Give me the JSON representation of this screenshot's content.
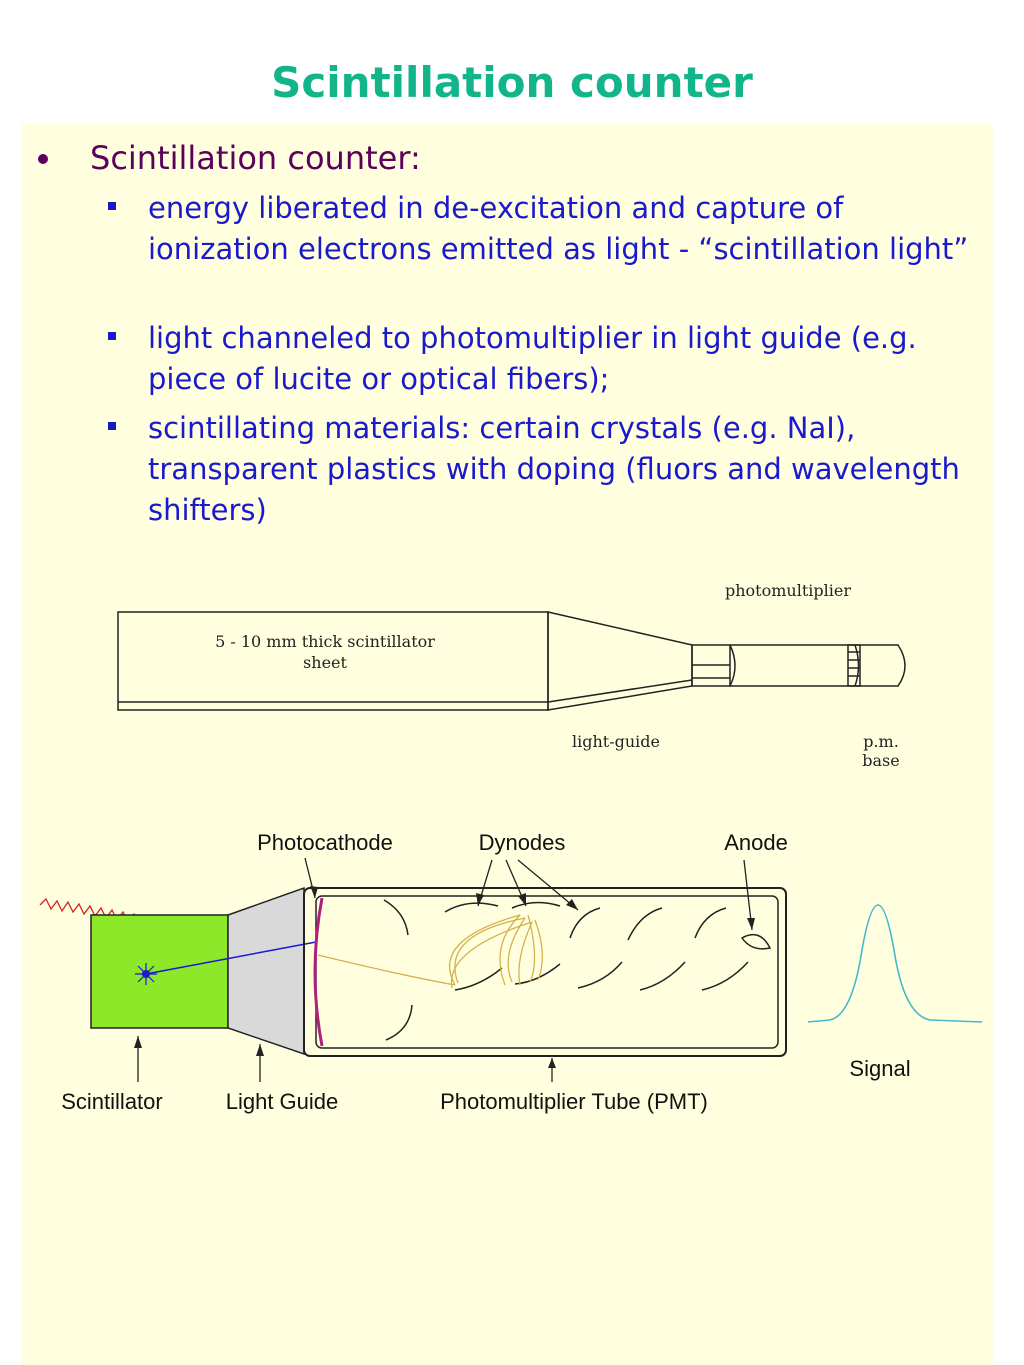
{
  "slide": {
    "title": "Scintillation counter",
    "bullet": "Scintillation counter:",
    "subbullets": [
      "energy liberated in de-excitation and capture of ionization electrons emitted as light - “scintillation light”",
      "light channeled to photomultiplier in light guide (e.g. piece of lucite or optical fibers);",
      "scintillating materials: certain crystals (e.g. NaI), transparent plastics with doping (fluors and wavelength shifters)"
    ]
  },
  "diagram_top": {
    "sheet_label_line1": "5 - 10 mm thick scintillator",
    "sheet_label_line2": "sheet",
    "photomultiplier_label": "photomultiplier",
    "light_guide_label": "light-guide",
    "pm_base_line1": "p.m.",
    "pm_base_line2": "base"
  },
  "diagram_bottom": {
    "photocathode_label": "Photocathode",
    "dynodes_label": "Dynodes",
    "anode_label": "Anode",
    "scintillator_label": "Scintillator",
    "light_guide_label": "Light Guide",
    "pmt_label": "Photomultiplier Tube (PMT)",
    "signal_label": "Signal",
    "colors": {
      "scintillator": "#8ee82a",
      "light_guide": "#d9d9d9",
      "photocathode": "#b0207a",
      "electron_paths": "#d4b24a",
      "photon": "#1a1acc",
      "incoming_particle": "#d22222",
      "signal": "#45b8c8"
    }
  }
}
